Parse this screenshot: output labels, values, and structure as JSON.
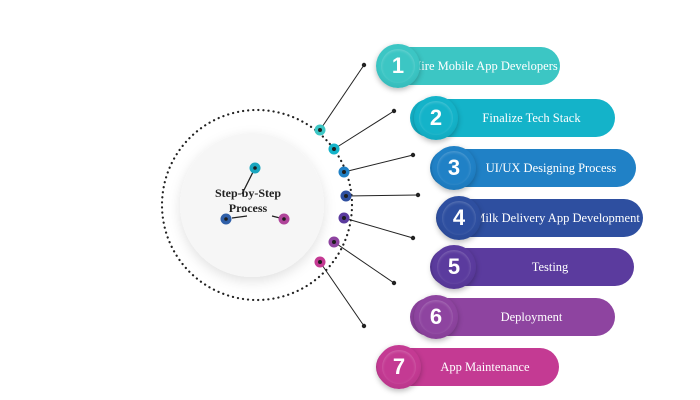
{
  "center": {
    "title": "Step-by-Step Process"
  },
  "colors": {
    "ring_dots": "#222222",
    "connector": "#222222",
    "center_fill": "#f6f6f6",
    "triangle_nodes": [
      "#1aa6bf",
      "#2f5fa8",
      "#b0449a"
    ]
  },
  "steps": [
    {
      "number": "1",
      "label": "Hire Mobile App Developers",
      "color": "#3cc6c4",
      "dark": "#30aeb0"
    },
    {
      "number": "2",
      "label": "Finalize Tech Stack",
      "color": "#14b3c9",
      "dark": "#0f9db3"
    },
    {
      "number": "3",
      "label": "UI/UX Designing Process",
      "color": "#2081c6",
      "dark": "#1a6fae"
    },
    {
      "number": "4",
      "label": "Milk Delivery App Development",
      "color": "#2e4fa0",
      "dark": "#27438a"
    },
    {
      "number": "5",
      "label": "Testing",
      "color": "#5b3b9e",
      "dark": "#4d3187"
    },
    {
      "number": "6",
      "label": "Deployment",
      "color": "#8e44a0",
      "dark": "#7b3a8b"
    },
    {
      "number": "7",
      "label": "App Maintenance",
      "color": "#c43a93",
      "dark": "#ac3281"
    }
  ]
}
